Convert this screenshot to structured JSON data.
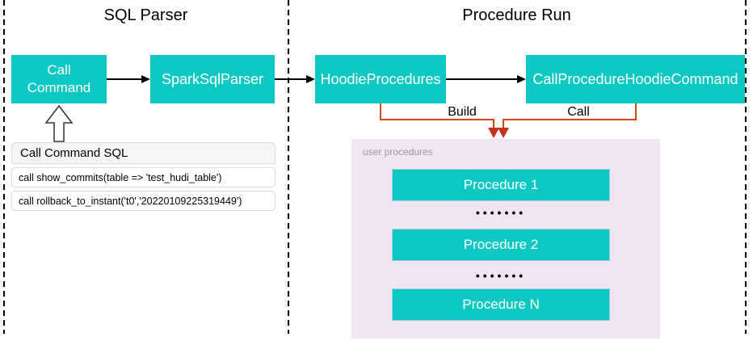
{
  "sections": {
    "sql_parser": {
      "title": "SQL Parser"
    },
    "procedure_run": {
      "title": "Procedure Run"
    }
  },
  "nodes": {
    "call_command": {
      "label": "Call Command"
    },
    "spark_sql_parser": {
      "label": "SparkSqlParser"
    },
    "hoodie_procedures": {
      "label": "HoodieProcedures"
    },
    "call_procedure_hoodie_command": {
      "label": "CallProcedureHoodieCommand"
    }
  },
  "connectors": {
    "build_label": "Build",
    "call_label": "Call"
  },
  "sql_panel": {
    "header": "Call Command SQL",
    "rows": [
      "call show_commits(table => 'test_hudi_table')",
      "call rollback_to_instant('t0','20220109225319449')"
    ]
  },
  "user_procedures": {
    "label": "user procedures",
    "items": [
      "Procedure 1",
      "Procedure 2",
      "Procedure N"
    ],
    "ellipsis": "•••••••"
  },
  "colors": {
    "teal": "#0dc8c2",
    "panel-purple": "#f2e5f3",
    "orange": "#d2490b",
    "orange-head": "#c5311a",
    "gray-label": "#999999"
  }
}
